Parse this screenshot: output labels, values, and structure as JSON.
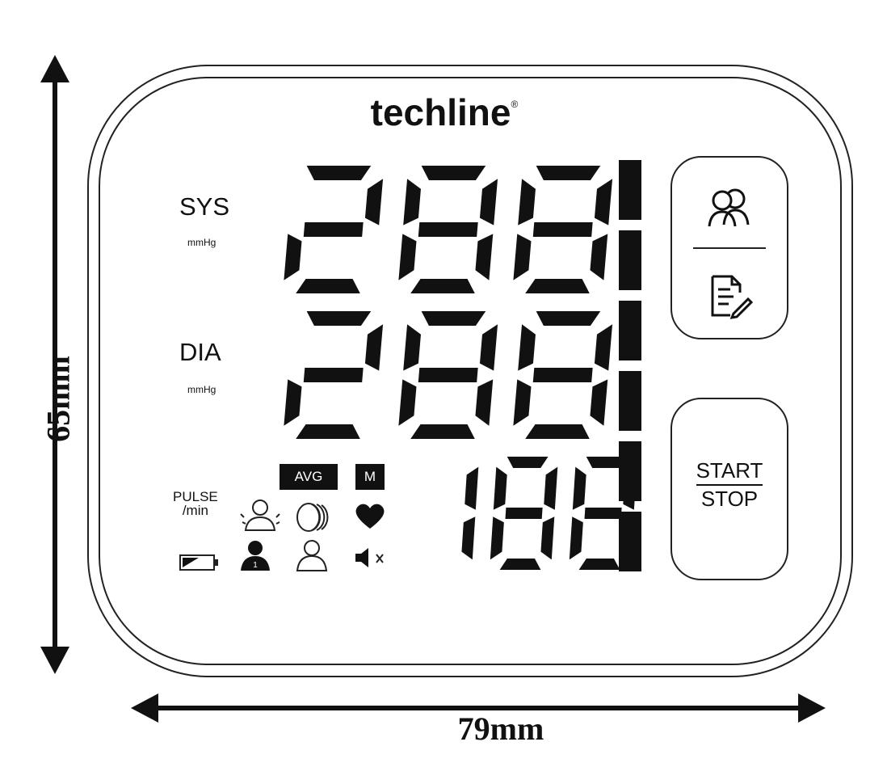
{
  "brand": {
    "name": "techline",
    "registered_mark": "®"
  },
  "labels": {
    "sys": "SYS",
    "sys_unit": "mmHg",
    "dia": "DIA",
    "dia_unit": "mmHg",
    "pulse": "PULSE",
    "pulse_unit": "/min",
    "avg": "AVG",
    "memory": "M"
  },
  "readings": {
    "sys": "288",
    "dia": "288",
    "pulse": "188"
  },
  "buttons": {
    "start": "START",
    "stop": "STOP"
  },
  "icons": [
    "users-icon",
    "memo-edit-icon",
    "body-movement-icon",
    "irregular-heartbeat-icon",
    "heart-icon",
    "battery-low-icon",
    "user-1-icon",
    "user-2-icon",
    "sound-off-icon"
  ],
  "dimensions": {
    "width": "79mm",
    "height": "65mm"
  },
  "colors": {
    "ink": "#111111",
    "background": "#ffffff"
  }
}
